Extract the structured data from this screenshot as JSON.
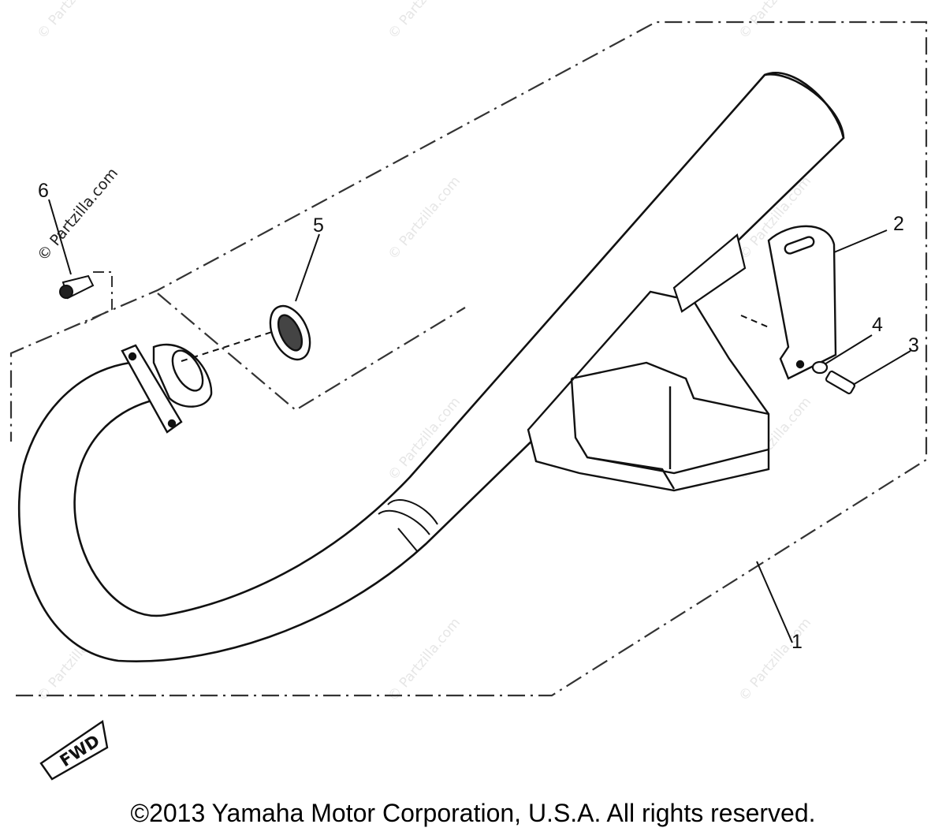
{
  "diagram": {
    "callouts": [
      "1",
      "2",
      "3",
      "4",
      "5",
      "6"
    ],
    "watermark_text": "© Partzilla.com",
    "fwd_label": "FWD",
    "copyright": "©2013 Yamaha Motor Corporation, U.S.A. All rights reserved."
  }
}
